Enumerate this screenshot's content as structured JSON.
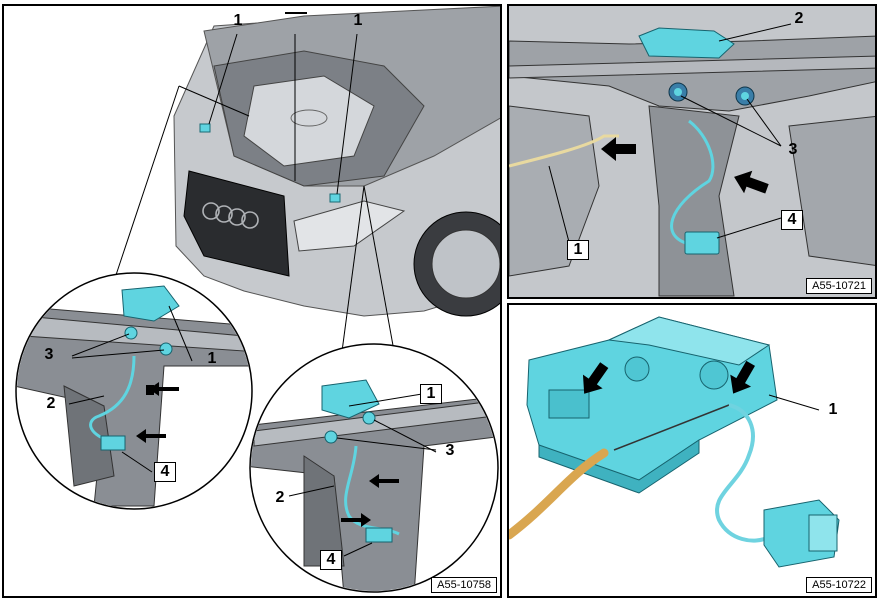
{
  "figures": [
    {
      "id": "A55-10758",
      "callouts": [
        "1",
        "1",
        "1",
        "1",
        "2",
        "3",
        "3",
        "4",
        "4"
      ],
      "colors": {
        "component": "#5fd4e0",
        "vehicle": "#b9bdc2",
        "frame": "#8c9096"
      }
    },
    {
      "id": "A55-10721",
      "callouts": [
        "1",
        "2",
        "3",
        "4"
      ],
      "colors": {
        "component": "#5fd4e0",
        "cable": "#e8d9a0",
        "frame": "#9da1a6"
      }
    },
    {
      "id": "A55-10722",
      "callouts": [
        "1"
      ],
      "colors": {
        "component": "#5fd4e0",
        "cable": "#d9a650",
        "wire": "#6fd3e0"
      }
    }
  ]
}
